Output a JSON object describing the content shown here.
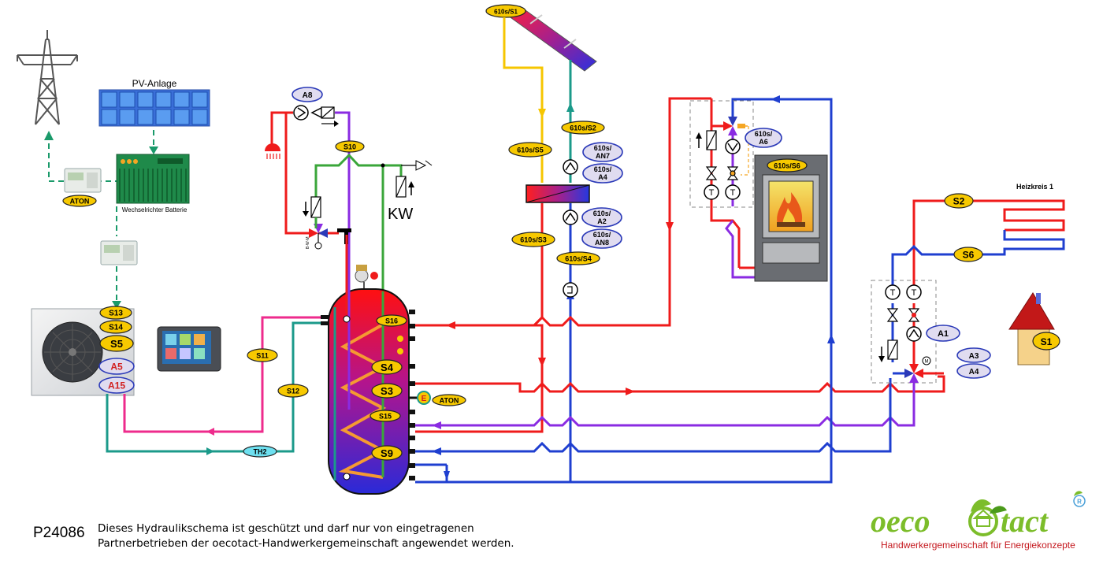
{
  "diagram": {
    "pv_title": "PV-Anlage",
    "inverter_label": "Wechselrichter Batterie",
    "kw_label": "KW",
    "heating_circuit_title": "Heizkreis 1",
    "bwm_label": "B·W·M",
    "aton_label": "ATON",
    "electric_heater_symbol": "E",
    "badges": {
      "a8": "A8",
      "s10": "S10",
      "s13": "S13",
      "s14": "S14",
      "s5": "S5",
      "a5": "A5",
      "a15": "A15",
      "s11": "S11",
      "s12": "S12",
      "th2": "TH2",
      "s16": "S16",
      "s4": "S4",
      "s3": "S3",
      "aton_heater": "ATON",
      "s15": "S15",
      "s9": "S9",
      "solar_s1": "610s/S1",
      "solar_s2": "610s/S2",
      "solar_s5": "610s/S5",
      "solar_an7": [
        "610s/",
        "AN7"
      ],
      "solar_a4": [
        "610s/",
        "A4"
      ],
      "solar_a2": [
        "610s/",
        "A2"
      ],
      "solar_an8": [
        "610s/",
        "AN8"
      ],
      "solar_s3": "610s/S3",
      "solar_s4": "610s/S4",
      "stove_a6": [
        "610s/",
        "A6"
      ],
      "stove_s6": "610s/S6",
      "s2": "S2",
      "s6": "S6",
      "a1": "A1",
      "a3": "A3",
      "a4": "A4",
      "house_s1": "S1"
    },
    "valve_symbols": {
      "t": "T",
      "m": "M"
    }
  },
  "footer": {
    "code": "P24086",
    "line1": "Dieses Hydraulikschema ist geschützt und darf nur von eingetragenen",
    "line2": "Partnerbetrieben der oecotact-Handwerkergemeinschaft angewendet werden."
  },
  "logo": {
    "part1": "oeco",
    "part2": "tact",
    "registered": "R",
    "tagline": "Handwerkergemeinschaft für Energiekonzepte"
  },
  "colors": {
    "supply_red": "#ef1b1b",
    "return_blue": "#1f3fd0",
    "heat_pump_teal": "#1b9a8a",
    "heat_pump_pink": "#ee2b8c",
    "solar_yellow": "#f6c600",
    "purple": "#8a2be2",
    "green": "#3aa63a",
    "badge_yellow": "#f7c900",
    "badge_lilac": "#e0dcf0",
    "badge_cyan": "#6ee0f0",
    "logo_green": "#7cbd2a"
  }
}
